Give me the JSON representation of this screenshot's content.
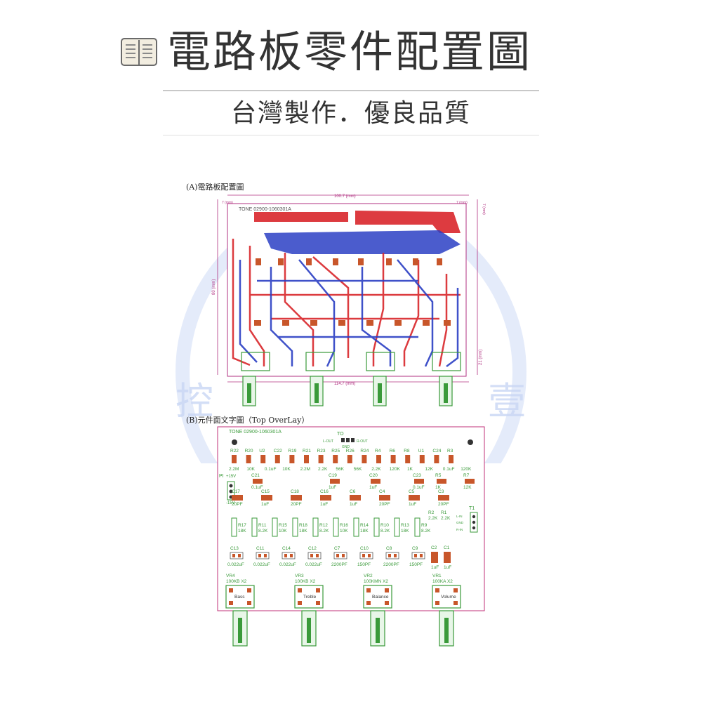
{
  "header": {
    "title": "電路板零件配置圖",
    "subtitle": "台灣製作．優良品質"
  },
  "section_a": {
    "caption": "(A)電路板配置圖",
    "board_tag": "TONE  02900-1060301A",
    "dim_width": "100.7 (mm)",
    "dim_full": "114.7 (mm)",
    "dim_left": "7 (mm)",
    "dim_right": "7 (mm)",
    "dim_side": "7 (mm)",
    "dim_height": "80 (mm)",
    "dim_low": "21 (mm)"
  },
  "section_b": {
    "caption": "(B)元件面文字圖（Top OverLay）",
    "board_tag": "TONE  02900-1060301A",
    "to_label": "TO",
    "lout": "L-OUT",
    "rout": "R-OUT",
    "gnd": "GND",
    "pi": "PI",
    "p15": "+15V",
    "m15": "-15V",
    "t1": "T1",
    "t1_pins": [
      "L-IN",
      "GND",
      "R-IN"
    ],
    "row1_names": [
      "R22",
      "R20",
      "U2",
      "C22",
      "R19",
      "R21",
      "R23",
      "R25",
      "R26",
      "R24",
      "R4",
      "R6",
      "R8",
      "U1",
      "C24",
      "R3"
    ],
    "row1_values": [
      "2.2M",
      "10K",
      "0.1uF",
      "10K",
      "2.2M",
      "2.2K",
      "56K",
      "56K",
      "2.2K",
      "120K",
      "1K",
      "12K",
      "0.1uF",
      "120K"
    ],
    "row2_items": [
      {
        "n": "C21",
        "v": "0.1uF"
      },
      {
        "n": "C19",
        "v": "1uF"
      },
      {
        "n": "C20",
        "v": "1uF"
      },
      {
        "n": "C23",
        "v": "0.1uF"
      },
      {
        "n": "R5",
        "v": "1K"
      },
      {
        "n": "R7",
        "v": "12K"
      }
    ],
    "row3_items": [
      {
        "n": "C17",
        "v": "20PF"
      },
      {
        "n": "C15",
        "v": "1uF"
      },
      {
        "n": "C18",
        "v": "20PF"
      },
      {
        "n": "C16",
        "v": "1uF"
      },
      {
        "n": "C6",
        "v": "1uF"
      },
      {
        "n": "C4",
        "v": "20PF"
      },
      {
        "n": "C5",
        "v": "1uF"
      },
      {
        "n": "C3",
        "v": "20PF"
      }
    ],
    "row4_items": [
      {
        "n": "R17",
        "v": "18K"
      },
      {
        "n": "R11",
        "v": "8.2K"
      },
      {
        "n": "R15",
        "v": "10K"
      },
      {
        "n": "R18",
        "v": "18K"
      },
      {
        "n": "R12",
        "v": "8.2K"
      },
      {
        "n": "R16",
        "v": "10K"
      },
      {
        "n": "R14",
        "v": "18K"
      },
      {
        "n": "R10",
        "v": "8.2K"
      },
      {
        "n": "R13",
        "v": "18K"
      },
      {
        "n": "R9",
        "v": "8.2K"
      }
    ],
    "r2r1": [
      {
        "n": "R2",
        "v": "2.2K"
      },
      {
        "n": "R1",
        "v": "2.2K"
      }
    ],
    "row5_items": [
      {
        "n": "C13",
        "v": "0.022uF"
      },
      {
        "n": "C11",
        "v": "0.022uF"
      },
      {
        "n": "C14",
        "v": "0.022uF"
      },
      {
        "n": "C12",
        "v": "0.022uF"
      },
      {
        "n": "C7",
        "v": "2200PF"
      },
      {
        "n": "C10",
        "v": "150PF"
      },
      {
        "n": "C8",
        "v": "2200PF"
      },
      {
        "n": "C9",
        "v": "150PF"
      }
    ],
    "c2c1": [
      {
        "n": "C2",
        "v": "1uF"
      },
      {
        "n": "C1",
        "v": "1uF"
      }
    ],
    "pots": [
      {
        "n": "VR4",
        "v": "100KB X2",
        "f": "Bass"
      },
      {
        "n": "VR3",
        "v": "100KB X2",
        "f": "Treble"
      },
      {
        "n": "VR2",
        "v": "100KMN X2",
        "f": "Balance"
      },
      {
        "n": "VR1",
        "v": "100KA X2",
        "f": "Volume"
      }
    ]
  },
  "colors": {
    "trace_red": "#d9262b",
    "trace_blue": "#2b3fc4",
    "pad_orange": "#c8562a",
    "silk_green": "#3a9a3a",
    "board_outline": "#c0307a",
    "watermark_blue": "#4a6fd8"
  }
}
